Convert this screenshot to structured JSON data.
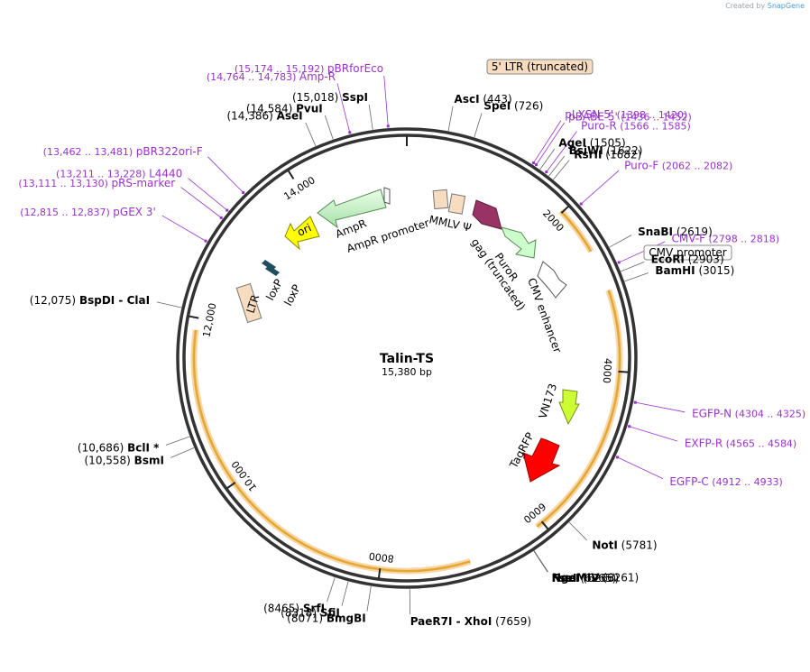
{
  "credit": {
    "prefix": "Created by",
    "brand": "SnapGene"
  },
  "plasmid": {
    "name": "Talin-TS",
    "size": "15,380 bp",
    "total_bp": 15380
  },
  "colors": {
    "enzyme": "#000000",
    "primer": "#9933cc",
    "backbone": "#333333",
    "orf": "#e6a632",
    "promoter": "#ffffff",
    "leader": "#f8dcc0",
    "ori": "#ffff00",
    "ampr": "#ccffcc",
    "puror": "#ccffcc",
    "mmlv": "#993366",
    "vn": "#ccff33",
    "tagrfp": "#ff0000",
    "loxp": "#1f4e5f"
  },
  "ticks": [
    {
      "bp": 0,
      "label": ""
    },
    {
      "bp": 2000,
      "label": "2000"
    },
    {
      "bp": 4000,
      "label": "4000"
    },
    {
      "bp": 6000,
      "label": "6000"
    },
    {
      "bp": 8000,
      "label": "8000"
    },
    {
      "bp": 10000,
      "label": "10,000"
    },
    {
      "bp": 12000,
      "label": "12,000"
    },
    {
      "bp": 14000,
      "label": "14,000"
    }
  ],
  "enzymes": [
    {
      "name": "AscI",
      "pos": "(443)",
      "bp": 443
    },
    {
      "name": "SpeI",
      "pos": "(726)",
      "bp": 726
    },
    {
      "name": "AgeI",
      "pos": "(1505)",
      "bp": 1505
    },
    {
      "name": "BsiWI",
      "pos": "(1622)",
      "bp": 1622
    },
    {
      "name": "RsrII",
      "pos": "(1682)",
      "bp": 1682
    },
    {
      "name": "SnaBI",
      "pos": "(2619)",
      "bp": 2619
    },
    {
      "name": "EcoRI",
      "pos": "(2903)",
      "bp": 2903
    },
    {
      "name": "BamHI",
      "pos": "(3015)",
      "bp": 3015
    },
    {
      "name": "NotI",
      "pos": "(5781)",
      "bp": 5781
    },
    {
      "name": "NgoMIV",
      "pos": "(6261)",
      "bp": 6261
    },
    {
      "name": "NaeI",
      "pos": "(6263)",
      "bp": 6263
    },
    {
      "name": "FseI",
      "pos": "(6265)",
      "bp": 6265
    },
    {
      "name": "PaeR7I",
      "name2": "XhoI",
      "pos": "(7659)",
      "bp": 7659
    },
    {
      "name": "BmgBI",
      "pos": "(8071)",
      "bp": 8071
    },
    {
      "name": "SfiI",
      "pos": "(8318)",
      "bp": 8318
    },
    {
      "name": "SrfI",
      "pos": "(8465)",
      "bp": 8465
    },
    {
      "name": "BsmI",
      "pos": "(10,558)",
      "bp": 10558
    },
    {
      "name": "BclI *",
      "pos": "(10,686)",
      "bp": 10686
    },
    {
      "name": "BspDI",
      "name2": "ClaI",
      "pos": "(12,075)",
      "bp": 12075
    },
    {
      "name": "AseI",
      "pos": "(14,386)",
      "bp": 14386
    },
    {
      "name": "PvuI",
      "pos": "(14,584)",
      "bp": 14584
    },
    {
      "name": "SspI",
      "pos": "(15,018)",
      "bp": 15018
    }
  ],
  "primers": [
    {
      "name": "pLXSN 5'",
      "range": "(1398 .. 1420)",
      "bp": 1409
    },
    {
      "name": "pBABE 5'",
      "range": "(1436 .. 1452)",
      "bp": 1444
    },
    {
      "name": "Puro-R",
      "range": "(1566 .. 1585)",
      "bp": 1575
    },
    {
      "name": "Puro-F",
      "range": "(2062 .. 2082)",
      "bp": 2072
    },
    {
      "name": "CMV-F",
      "range": "(2798 .. 2818)",
      "bp": 2808
    },
    {
      "name": "EGFP-N",
      "range": "(4304 .. 4325)",
      "bp": 4314
    },
    {
      "name": "EXFP-R",
      "range": "(4565 .. 4584)",
      "bp": 4574
    },
    {
      "name": "EGFP-C",
      "range": "(4912 .. 4933)",
      "bp": 4922
    },
    {
      "name": "pGEX 3'",
      "range": "(12,815 .. 12,837)",
      "bp": 12826
    },
    {
      "name": "pRS-marker",
      "range": "(13,111 .. 13,130)",
      "bp": 13120
    },
    {
      "name": "L4440",
      "range": "(13,211 .. 13,228)",
      "bp": 13220
    },
    {
      "name": "pBR322ori-F",
      "range": "(13,462 .. 13,481)",
      "bp": 13472
    },
    {
      "name": "Amp-R",
      "range": "(14,764 .. 14,783)",
      "bp": 14774
    },
    {
      "name": "pBRforEco",
      "range": "(15,174 .. 15,192)",
      "bp": 15183
    }
  ],
  "feature_labels": {
    "ltr5": "5' LTR (truncated)",
    "cmv_promoter": "CMV promoter",
    "mmlv": "MMLV Ψ",
    "gag": "gag (truncated)",
    "puror": "PuroR",
    "cmv_enhancer": "CMV enhancer",
    "vn173": "VN173",
    "tagrfp": "TagRFP",
    "ampr": "AmpR",
    "ampr_promoter": "AmpR promoter",
    "ori": "ori",
    "loxp1": "loxP",
    "loxp2": "loxP",
    "ltr3": "LTR"
  }
}
